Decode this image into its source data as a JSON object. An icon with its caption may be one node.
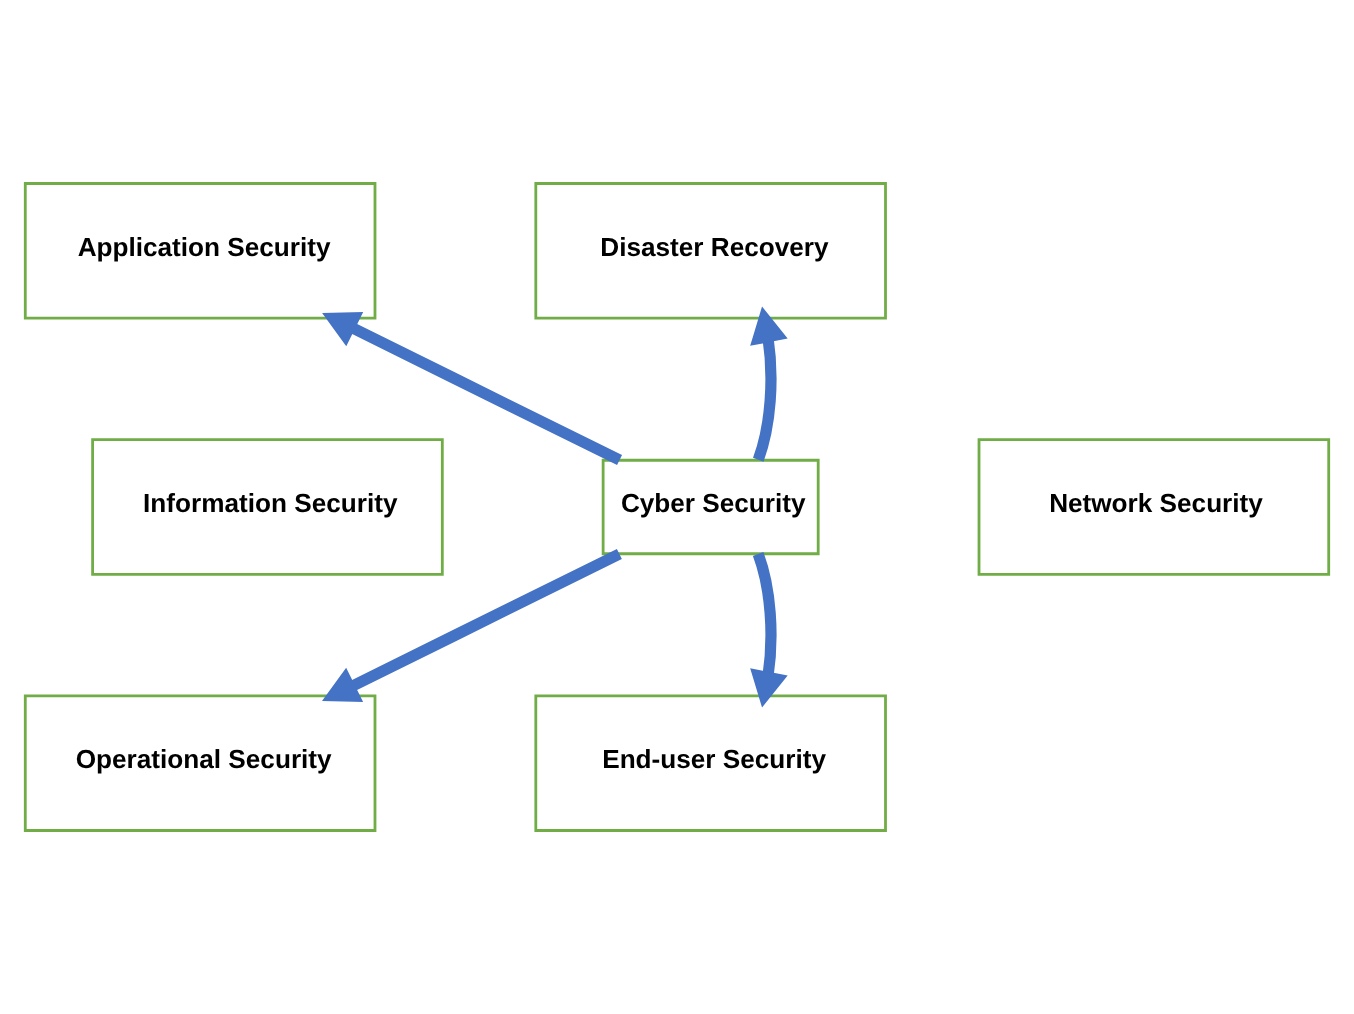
{
  "diagram": {
    "nodes": [
      {
        "text": [
          "Application Security"
        ]
      },
      {
        "text": [
          "Disaster Recovery"
        ]
      },
      {
        "text": [
          "Information Security"
        ]
      },
      {
        "text": [
          "Cyber Security"
        ]
      },
      {
        "text": [
          "Network Security"
        ]
      },
      {
        "text": [
          "Operational Security"
        ]
      },
      {
        "text": [
          "End-user Security"
        ]
      }
    ],
    "edges": [
      {
        "from": 3,
        "to": 0,
        "arrow": "to"
      },
      {
        "from": 3,
        "to": 1,
        "arrow": "to"
      },
      {
        "from": 3,
        "to": 5,
        "arrow": "to"
      },
      {
        "from": 3,
        "to": 6,
        "arrow": "to"
      }
    ]
  }
}
